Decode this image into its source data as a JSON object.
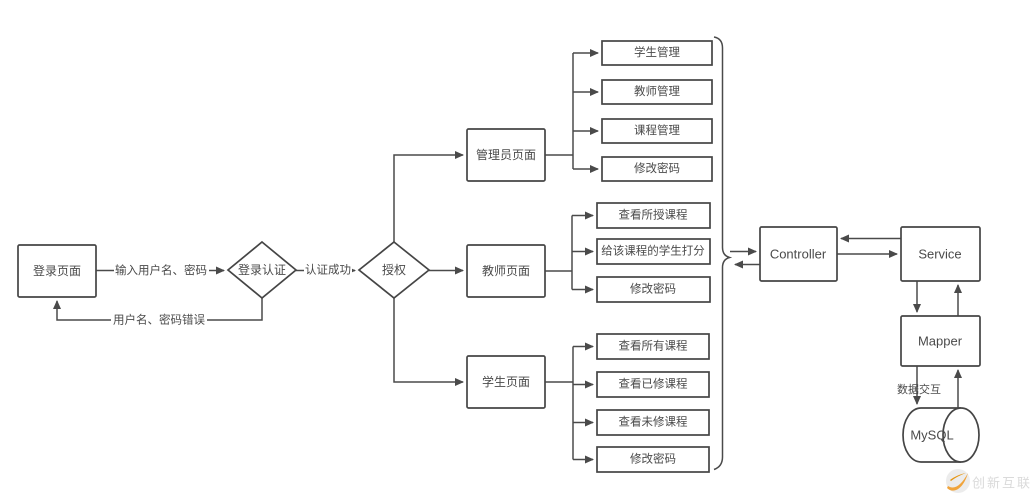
{
  "flow": {
    "login_page": "登录页面",
    "login_auth": "登录认证",
    "authorize": "授权",
    "admin_page": "管理员页面",
    "teacher_page": "教师页面",
    "student_page": "学生页面",
    "labels": {
      "input_credentials": "输入用户名、密码",
      "auth_success": "认证成功",
      "credentials_error": "用户名、密码错误"
    },
    "admin_functions": [
      "学生管理",
      "教师管理",
      "课程管理",
      "修改密码"
    ],
    "teacher_functions": [
      "查看所授课程",
      "给该课程的学生打分",
      "修改密码"
    ],
    "student_functions": [
      "查看所有课程",
      "查看已修课程",
      "查看未修课程",
      "修改密码"
    ]
  },
  "backend": {
    "controller": "Controller",
    "service": "Service",
    "mapper": "Mapper",
    "database": "MySQL",
    "data_interaction": "数据交互"
  },
  "watermark": {
    "text": "创新互联"
  },
  "colors": {
    "line": "#4a4a4a",
    "watermark_orange": "#f0a43c"
  }
}
